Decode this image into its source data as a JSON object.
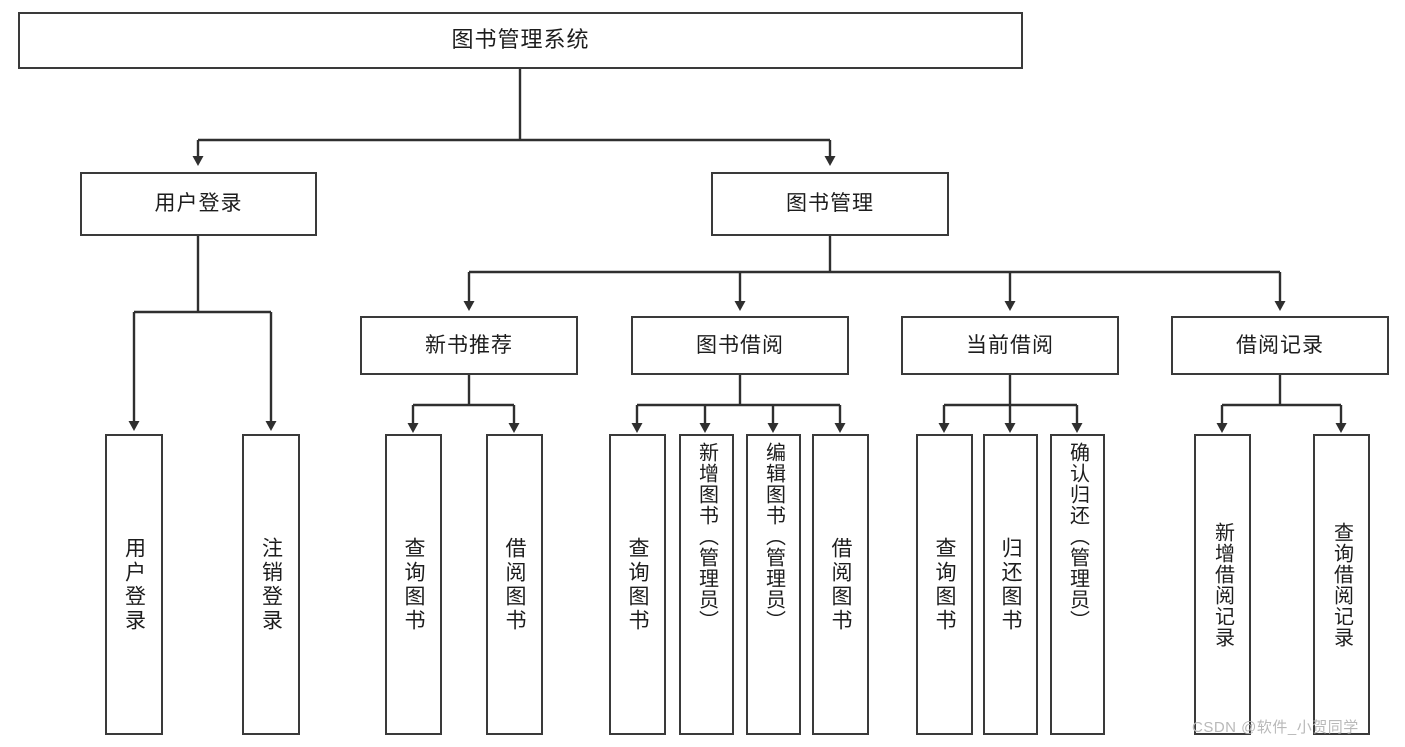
{
  "diagram": {
    "title": "图书管理系统",
    "type": "tree-flowchart",
    "colors": {
      "box_border": "#3a3a3a",
      "box_fill": "#ffffff",
      "connector": "#2f2f2f",
      "text": "#1d1d1d",
      "watermark": "#b9b9b9",
      "background": "#ffffff"
    },
    "nodes": {
      "root": {
        "label": "图书管理系统"
      },
      "level1": [
        {
          "id": "user-login",
          "label": "用户登录"
        },
        {
          "id": "book-manage",
          "label": "图书管理"
        }
      ],
      "level2": [
        {
          "id": "new-book-recommend",
          "label": "新书推荐"
        },
        {
          "id": "book-borrow",
          "label": "图书借阅"
        },
        {
          "id": "current-borrow",
          "label": "当前借阅"
        },
        {
          "id": "borrow-record",
          "label": "借阅记录"
        }
      ],
      "leaves": {
        "user-login": [
          {
            "id": "leaf-user-login",
            "label": "用户登录"
          },
          {
            "id": "leaf-logout-login",
            "label": "注销登录"
          }
        ],
        "new-book-recommend": [
          {
            "id": "leaf-query-book-1",
            "label": "查询图书"
          },
          {
            "id": "leaf-borrow-book-1",
            "label": "借阅图书"
          }
        ],
        "book-borrow": [
          {
            "id": "leaf-query-book-2",
            "label": "查询图书"
          },
          {
            "id": "leaf-add-book-admin",
            "label": "新增图书（管理员）"
          },
          {
            "id": "leaf-edit-book-admin",
            "label": "编辑图书（管理员）"
          },
          {
            "id": "leaf-borrow-book-2",
            "label": "借阅图书"
          }
        ],
        "current-borrow": [
          {
            "id": "leaf-query-book-3",
            "label": "查询图书"
          },
          {
            "id": "leaf-return-book",
            "label": "归还图书"
          },
          {
            "id": "leaf-confirm-return-admin",
            "label": "确认归还（管理员）"
          }
        ],
        "borrow-record": [
          {
            "id": "leaf-add-borrow-record",
            "label": "新增借阅记录"
          },
          {
            "id": "leaf-query-borrow-record",
            "label": "查询借阅记录"
          }
        ]
      }
    },
    "watermark": "CSDN @软件_小贺同学"
  }
}
